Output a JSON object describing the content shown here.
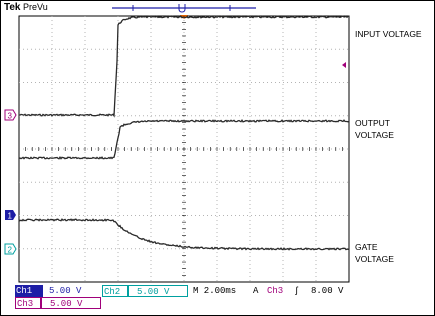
{
  "brand": {
    "maker": "Tek",
    "mode": "PreVu"
  },
  "traces": [
    {
      "id": "ch3",
      "label": "INPUT VOLTAGE"
    },
    {
      "id": "ch2",
      "label": "OUTPUT VOLTAGE"
    },
    {
      "id": "ch1",
      "label": "GATE VOLTAGE"
    }
  ],
  "markers": {
    "ch3": "3",
    "ch1": "1",
    "ch2": "2"
  },
  "readouts": {
    "ch1_name": "Ch1",
    "ch1_scale": "5.00 V",
    "ch2_name": "Ch2",
    "ch2_scale": "5.00 V",
    "timebase": "M 2.00ms",
    "trigger_mode": "A",
    "trigger_source": "Ch3",
    "trigger_slope": "ʃ",
    "trigger_level": "8.00 V",
    "ch3_name": "Ch3",
    "ch3_scale": "5.00 V"
  },
  "colors": {
    "ch1": "#1e1ea6",
    "ch2": "#00a0a0",
    "ch3": "#a0007a",
    "trigger": "#e06000",
    "trace": "#2a2a2a",
    "grid": "#b4b4b4"
  }
}
